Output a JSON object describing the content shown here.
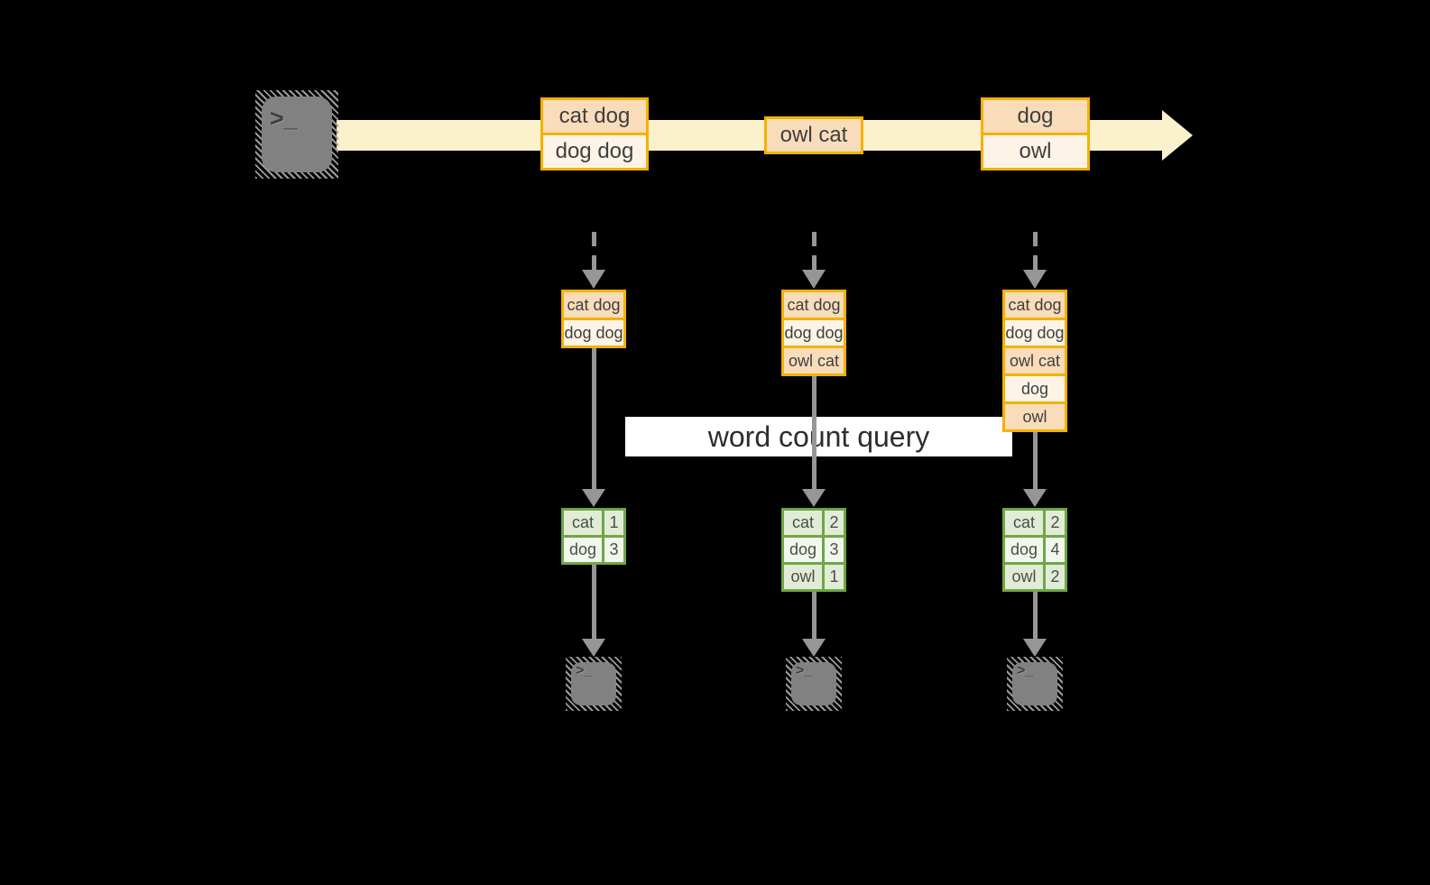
{
  "stream": {
    "source_glyph": ">_",
    "events": [
      {
        "rows": [
          "cat dog",
          "dog dog"
        ]
      },
      {
        "rows": [
          "owl cat"
        ]
      },
      {
        "rows": [
          "dog",
          "owl"
        ]
      }
    ]
  },
  "query_label": "word count query",
  "columns": [
    {
      "buffer": [
        "cat dog",
        "dog dog"
      ],
      "counts": [
        {
          "word": "cat",
          "count": "1"
        },
        {
          "word": "dog",
          "count": "3"
        }
      ],
      "sink_glyph": ">_"
    },
    {
      "buffer": [
        "cat dog",
        "dog dog",
        "owl cat"
      ],
      "counts": [
        {
          "word": "cat",
          "count": "2"
        },
        {
          "word": "dog",
          "count": "3"
        },
        {
          "word": "owl",
          "count": "1"
        }
      ],
      "sink_glyph": ">_"
    },
    {
      "buffer": [
        "cat dog",
        "dog dog",
        "owl cat",
        "dog",
        "owl"
      ],
      "counts": [
        {
          "word": "cat",
          "count": "2"
        },
        {
          "word": "dog",
          "count": "4"
        },
        {
          "word": "owl",
          "count": "2"
        }
      ],
      "sink_glyph": ">_"
    }
  ],
  "colors": {
    "stream_band": "#fcf1cd",
    "event_border": "#f2b200",
    "event_fill_dark": "#f9dcba",
    "event_fill_light": "#fdf3e6",
    "table_border": "#6ea648",
    "table_fill_dark": "#e1ecd6",
    "table_fill_light": "#f2f7ec",
    "arrow_gray": "#969696",
    "terminal_gray": "#818181",
    "label_background": "#ffffff"
  }
}
